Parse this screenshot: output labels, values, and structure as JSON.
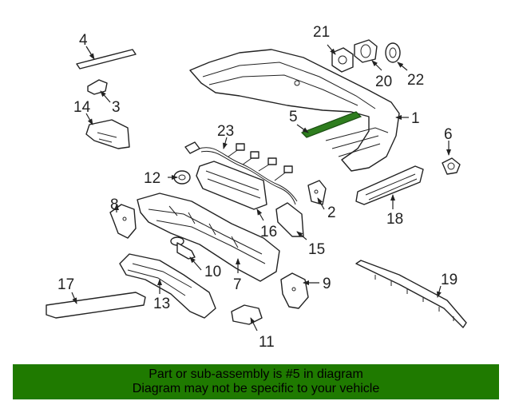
{
  "diagram": {
    "callouts": [
      "1",
      "2",
      "3",
      "4",
      "5",
      "6",
      "7",
      "8",
      "9",
      "10",
      "11",
      "12",
      "13",
      "14",
      "15",
      "16",
      "17",
      "18",
      "19",
      "20",
      "21",
      "22",
      "23"
    ],
    "highlight_color": "#2e7d1e"
  },
  "banner": {
    "line1": "Part or sub-assembly is #5 in diagram",
    "line2": "Diagram may not be specific to your vehicle",
    "background": "#1f7a00"
  }
}
